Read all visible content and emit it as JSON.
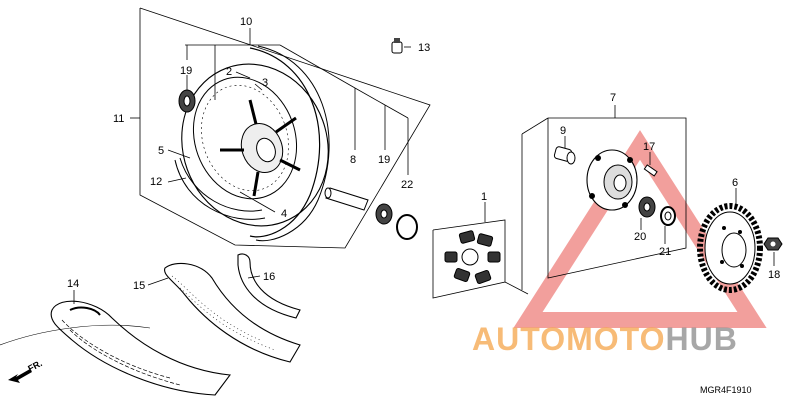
{
  "parts": {
    "p1": "1",
    "p2": "2",
    "p3": "3",
    "p4": "4",
    "p5": "5",
    "p6": "6",
    "p7": "7",
    "p8": "8",
    "p9": "9",
    "p10": "10",
    "p11": "11",
    "p12": "12",
    "p13": "13",
    "p14": "14",
    "p15": "15",
    "p16": "16",
    "p17": "17",
    "p18": "18",
    "p19a": "19",
    "p19b": "19",
    "p20": "20",
    "p21": "21",
    "p22": "22"
  },
  "direction_label": "FR.",
  "diagram_code": "MGR4F1910",
  "watermark": {
    "part1": "AUTO",
    "part2": "MOTO",
    "part3": "HUB"
  },
  "colors": {
    "watermark_orange": "#f5a54a",
    "watermark_grey": "#9a9a9a",
    "watermark_red": "#e8504a"
  }
}
